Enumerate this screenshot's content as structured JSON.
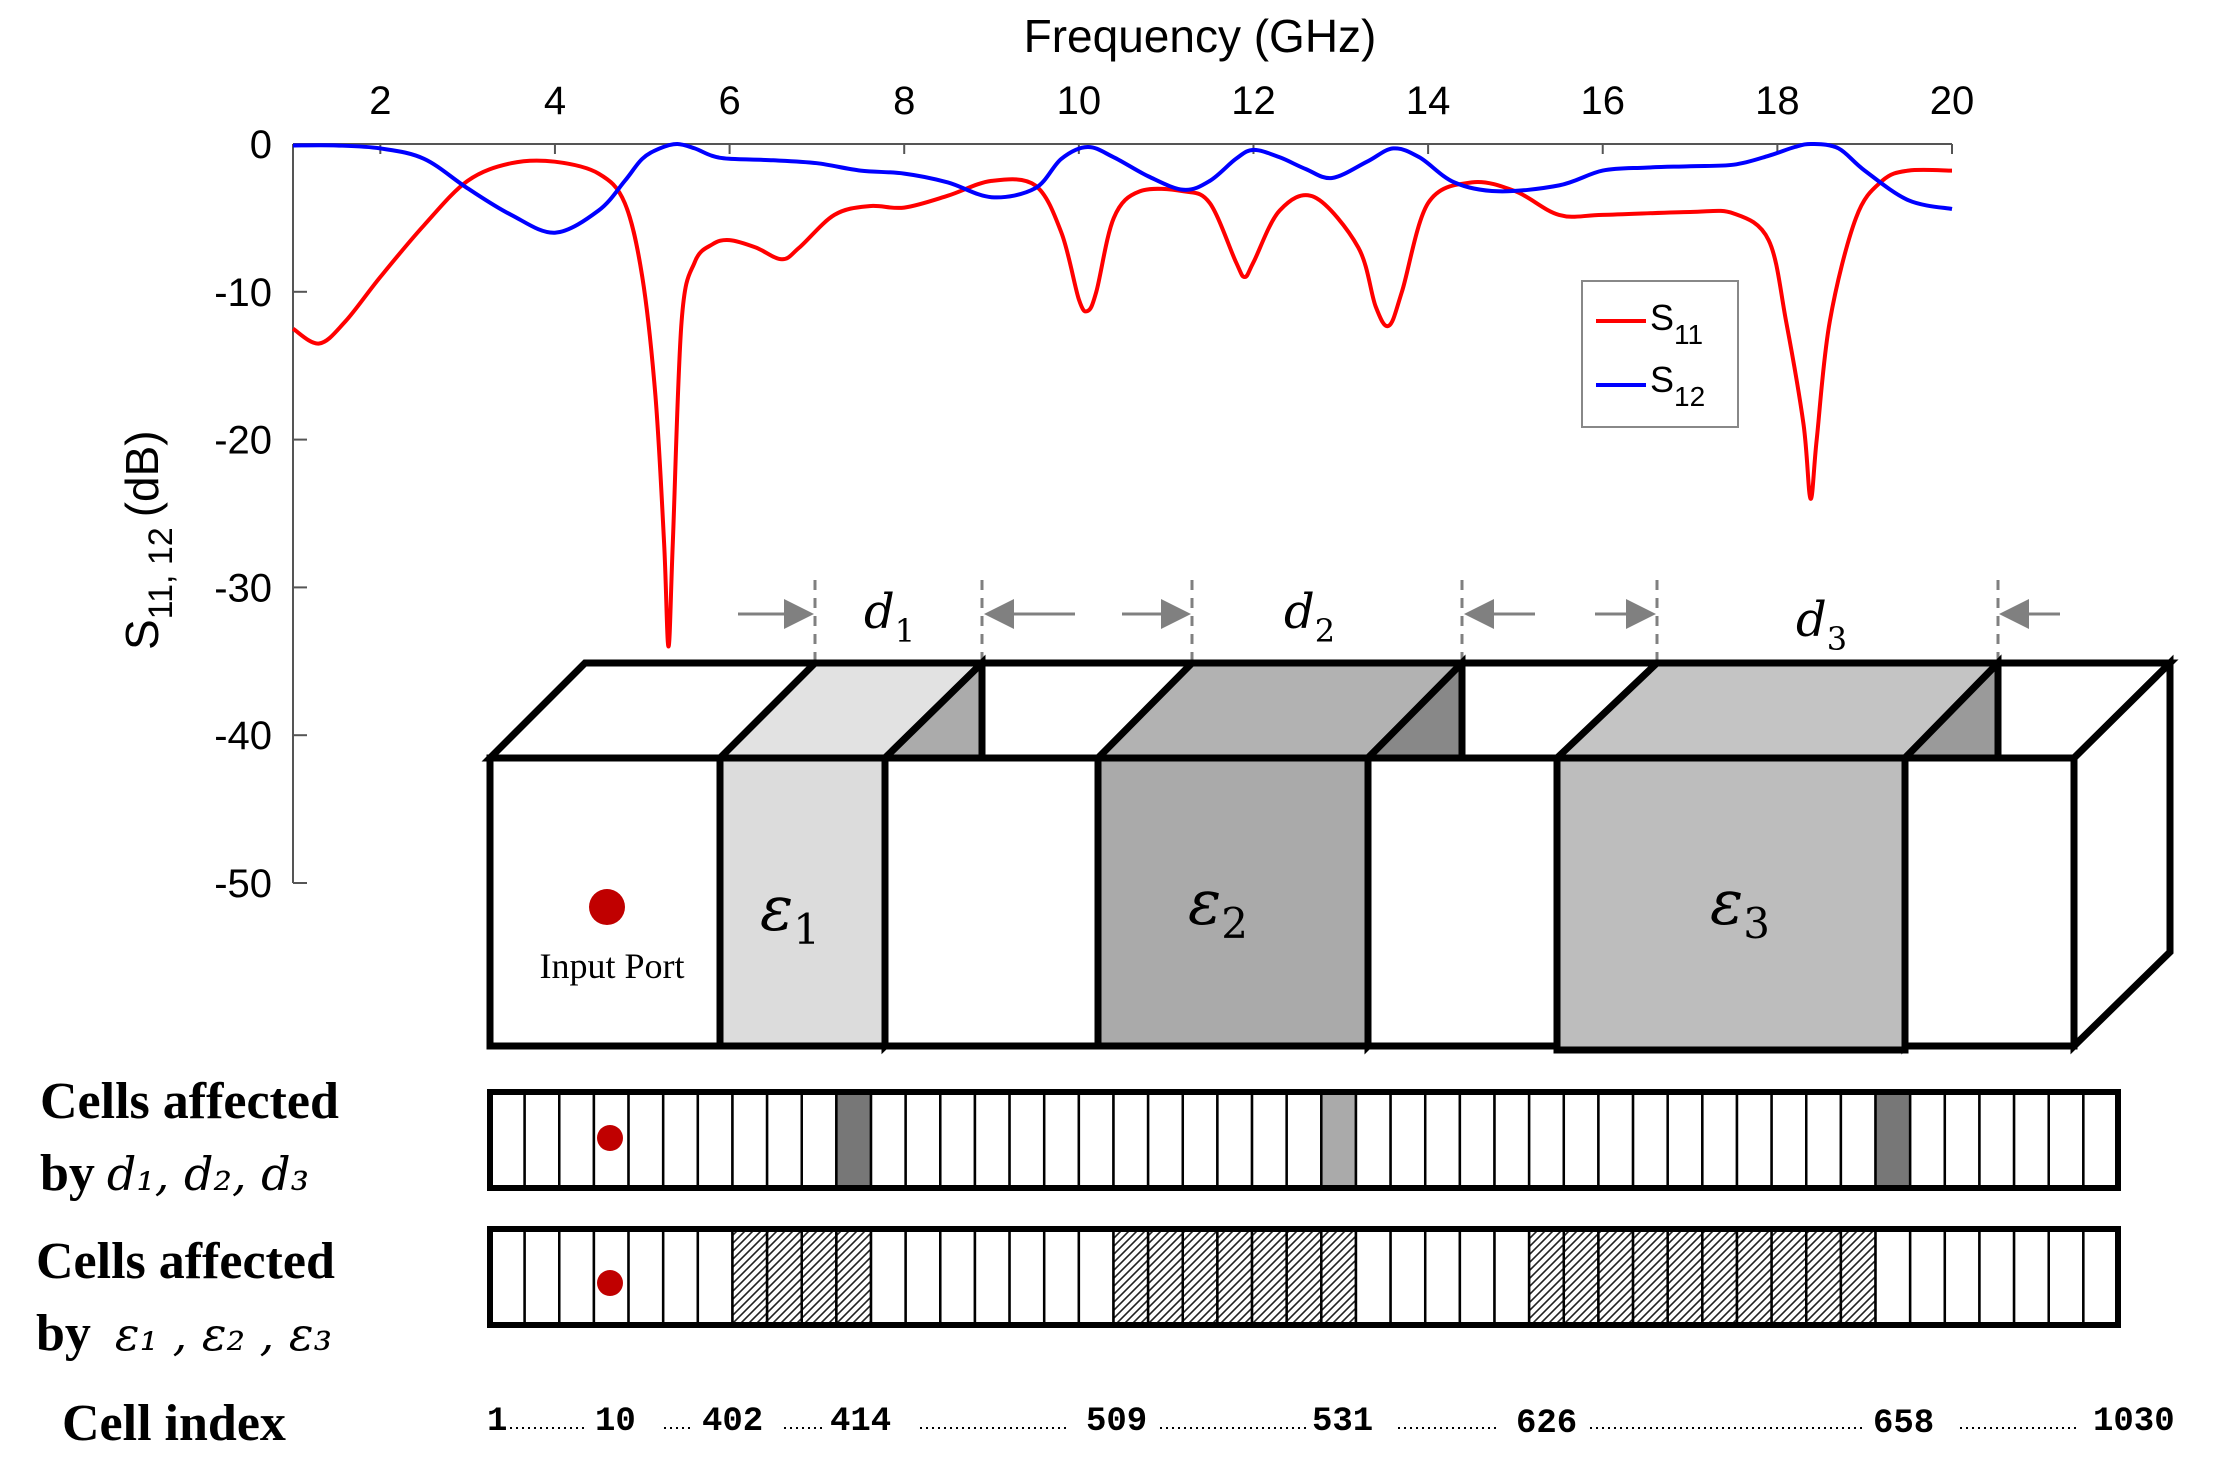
{
  "chart_data": {
    "type": "line",
    "xlabel": "Frequency (GHz)",
    "ylabel_main": "S",
    "ylabel_sub": "11, 12",
    "ylabel_unit": "(dB)",
    "xticks": [
      "2",
      "4",
      "6",
      "8",
      "10",
      "12",
      "14",
      "16",
      "18",
      "20"
    ],
    "yticks": [
      "0",
      "-10",
      "-20",
      "-30",
      "-40",
      "-50"
    ],
    "xlim": [
      1,
      20
    ],
    "ylim": [
      -50,
      0
    ],
    "legend_position": "right",
    "series": [
      {
        "name": "S",
        "name_sub": "11",
        "color": "#ff0000",
        "x": [
          1,
          1.3,
          1.6,
          2,
          2.5,
          3,
          3.5,
          4,
          4.5,
          4.8,
          5.0,
          5.15,
          5.25,
          5.3,
          5.35,
          5.45,
          5.6,
          5.8,
          6.0,
          6.3,
          6.6,
          6.8,
          7.2,
          7.6,
          8,
          8.5,
          9,
          9.5,
          9.8,
          10.0,
          10.1,
          10.2,
          10.4,
          10.7,
          11.2,
          11.5,
          11.8,
          11.9,
          12.0,
          12.3,
          12.7,
          13.2,
          13.4,
          13.55,
          13.7,
          14,
          14.5,
          15,
          15.5,
          16,
          17,
          17.5,
          17.9,
          18.1,
          18.3,
          18.38,
          18.45,
          18.6,
          18.9,
          19.2,
          19.5,
          20
        ],
        "y": [
          -12.5,
          -13.5,
          -12,
          -9,
          -5.5,
          -2.5,
          -1.3,
          -1.2,
          -2,
          -4,
          -9,
          -17,
          -27,
          -34,
          -27,
          -12,
          -8,
          -6.8,
          -6.5,
          -7,
          -7.8,
          -7,
          -4.8,
          -4.2,
          -4.3,
          -3.5,
          -2.5,
          -2.8,
          -6,
          -10.5,
          -11.3,
          -10,
          -5,
          -3.2,
          -3.2,
          -4,
          -8,
          -9,
          -8,
          -4.5,
          -3.6,
          -7,
          -11,
          -12.3,
          -10,
          -4,
          -2.6,
          -3.2,
          -4.8,
          -4.8,
          -4.6,
          -4.7,
          -6.5,
          -12,
          -19,
          -24,
          -20,
          -12,
          -5,
          -2.5,
          -1.8,
          -1.8
        ]
      },
      {
        "name": "S",
        "name_sub": "12",
        "color": "#0000ff",
        "x": [
          1,
          1.5,
          2,
          2.5,
          3,
          3.5,
          4,
          4.5,
          4.8,
          5.0,
          5.2,
          5.4,
          5.6,
          5.8,
          6.0,
          6.5,
          7,
          7.5,
          8,
          8.5,
          9,
          9.5,
          9.8,
          10.1,
          10.4,
          10.8,
          11.2,
          11.5,
          11.8,
          12.0,
          12.3,
          12.6,
          12.9,
          13.3,
          13.6,
          13.9,
          14.3,
          14.8,
          15.5,
          16,
          16.5,
          17,
          17.5,
          17.9,
          18.2,
          18.4,
          18.7,
          19.0,
          19.5,
          20
        ],
        "y": [
          -0.1,
          -0.1,
          -0.3,
          -1,
          -3,
          -4.8,
          -6,
          -4.5,
          -2.5,
          -1,
          -0.3,
          0,
          -0.3,
          -0.8,
          -1,
          -1.1,
          -1.3,
          -1.8,
          -2,
          -2.6,
          -3.6,
          -3,
          -1,
          -0.2,
          -0.9,
          -2.2,
          -3.1,
          -2.5,
          -1,
          -0.4,
          -0.9,
          -1.7,
          -2.3,
          -1.2,
          -0.3,
          -0.9,
          -2.6,
          -3.2,
          -2.8,
          -1.8,
          -1.6,
          -1.5,
          -1.4,
          -0.8,
          -0.2,
          0,
          -0.3,
          -1.8,
          -3.8,
          -4.4
        ]
      }
    ]
  },
  "diagram": {
    "input_port": "Input Port",
    "eps": [
      {
        "sym": "ε",
        "sub": "1"
      },
      {
        "sym": "ε",
        "sub": "2"
      },
      {
        "sym": "ε",
        "sub": "3"
      }
    ],
    "dims": [
      {
        "sym": "d",
        "sub": "1"
      },
      {
        "sym": "d",
        "sub": "2"
      },
      {
        "sym": "d",
        "sub": "3"
      }
    ],
    "colors": {
      "eps1_front": "#dcdcdc",
      "eps1_top": "#e2e2e2",
      "eps1_side": "#ababab",
      "eps2_front": "#aaaaaa",
      "eps2_top": "#b2b2b2",
      "eps2_side": "#888888",
      "eps3_front": "#bdbdbd",
      "eps3_top": "#c4c4c4",
      "eps3_side": "#9a9a9a",
      "port": "#c00000",
      "arrow": "#808080"
    }
  },
  "rows": {
    "row1_label_line1": "Cells affected",
    "row1_label_by": "by",
    "row1_label_math": "d₁, d₂, d₃",
    "row2_label_line1": "Cells affected",
    "row2_label_by": "by",
    "row2_label_math": "ε₁ , ε₂ , ε₃",
    "index_label": "Cell index",
    "indices": [
      "1",
      "10",
      "402",
      "414",
      "509",
      "531",
      "626",
      "658",
      "1030"
    ]
  }
}
